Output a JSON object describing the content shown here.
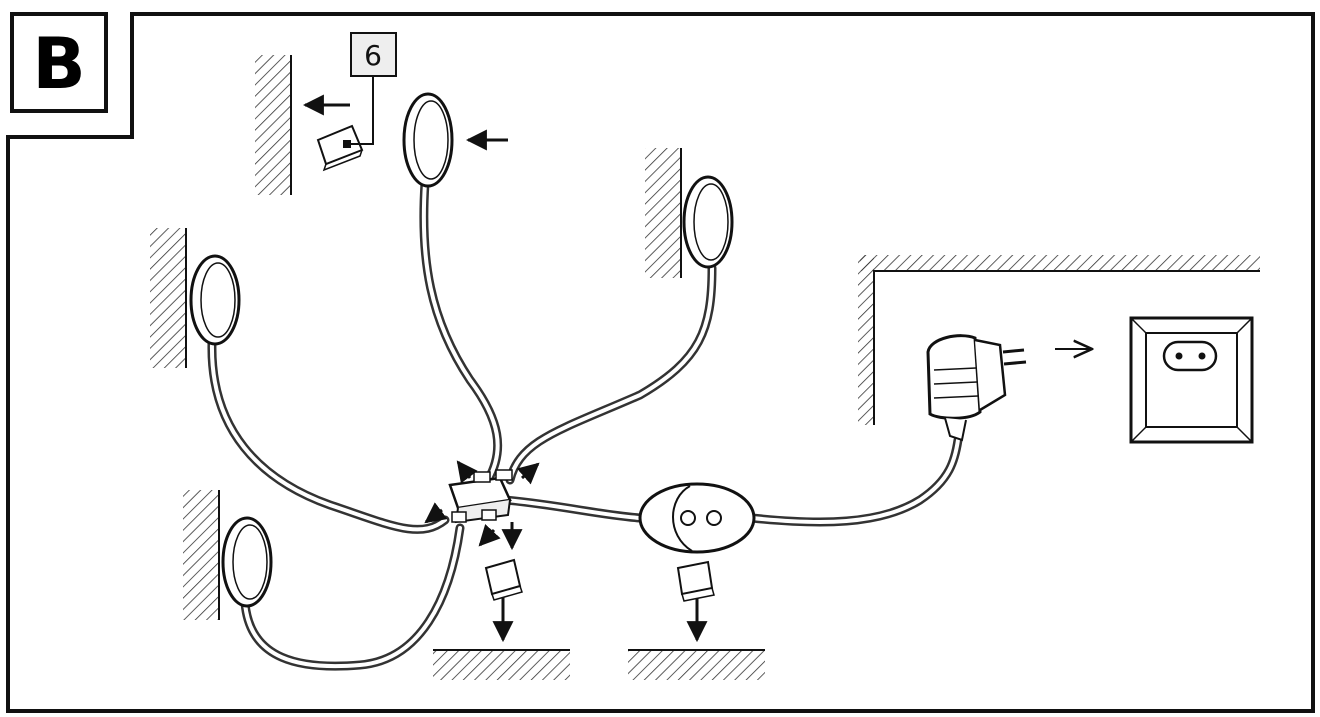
{
  "diagram": {
    "panel_label": "B",
    "callout_number": "6",
    "colors": {
      "line": "#111111",
      "cable": "#555555",
      "hatch": "#333333",
      "callout_fill": "#eeeeee",
      "background": "#ffffff"
    },
    "parts": [
      {
        "id": "light-1",
        "kind": "puck-light"
      },
      {
        "id": "light-2",
        "kind": "puck-light"
      },
      {
        "id": "light-3",
        "kind": "puck-light"
      },
      {
        "id": "light-4",
        "kind": "puck-light"
      },
      {
        "id": "distributor",
        "kind": "junction-box"
      },
      {
        "id": "switch",
        "kind": "inline-switch"
      },
      {
        "id": "adapter",
        "kind": "power-adapter"
      },
      {
        "id": "socket",
        "kind": "wall-socket"
      },
      {
        "id": "adhesive-pad",
        "kind": "sticker",
        "callout": "6"
      }
    ]
  }
}
